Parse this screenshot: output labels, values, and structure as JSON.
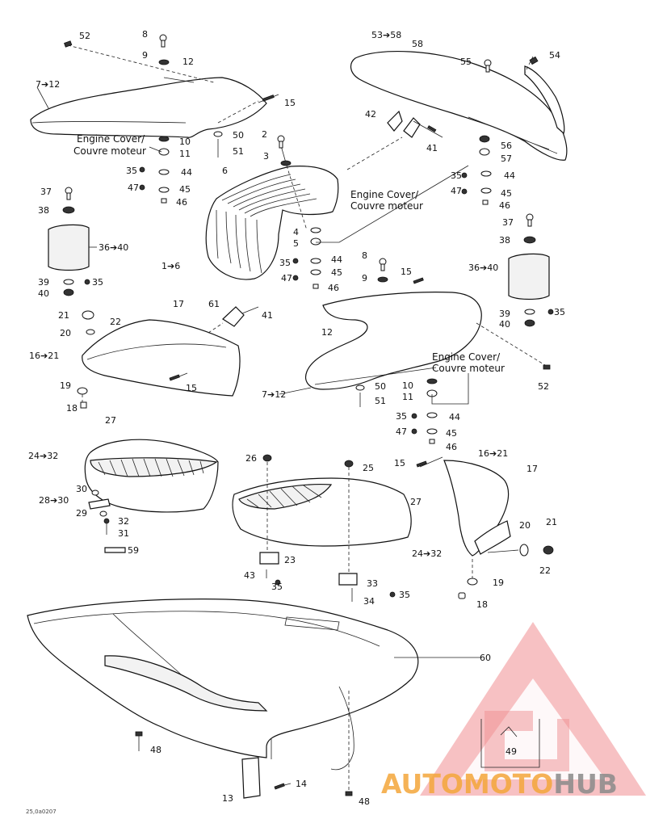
{
  "labels": {
    "l52a": "52",
    "l8a": "8",
    "l9a": "9",
    "l12a": "12",
    "l7a": "7➔12",
    "l15a": "15",
    "l10a": "10",
    "l11a": "11",
    "l35a": "35",
    "l44a": "44",
    "l47a": "47",
    "l45a": "45",
    "l46a": "46",
    "l50a": "50",
    "l51a": "51",
    "l2": "2",
    "l3": "3",
    "l6": "6",
    "l4": "4",
    "l5": "5",
    "l35b": "35",
    "l44b": "44",
    "l47b": "47",
    "l45b": "45",
    "l46b": "46",
    "l1": "1➔6",
    "l37a": "37",
    "l38a": "38",
    "l36a": "36➔40",
    "l39a": "39",
    "l40a": "40",
    "l35c": "35",
    "l5358": "53➔58",
    "l58": "58",
    "l55": "55",
    "l54": "54",
    "l42": "42",
    "l41a": "41",
    "l56": "56",
    "l57": "57",
    "l35d": "35",
    "l44c": "44",
    "l47c": "47",
    "l45c": "45",
    "l46c": "46",
    "l37b": "37",
    "l38b": "38",
    "l36b": "36➔40",
    "l39b": "39",
    "l40b": "40",
    "l35e": "35",
    "l8b": "8",
    "l9b": "9",
    "l15b": "15",
    "l12b": "12",
    "l52b": "52",
    "l7b": "7➔12",
    "l10b": "10",
    "l11b": "11",
    "l50b": "50",
    "l51b": "51",
    "l35f": "35",
    "l44d": "44",
    "l47d": "47",
    "l45d": "45",
    "l46d": "46",
    "l21a": "21",
    "l22a": "22",
    "l17a": "17",
    "l61": "61",
    "l41b": "41",
    "l20a": "20",
    "l1621a": "16➔21",
    "l15c": "15",
    "l19a": "19",
    "l18a": "18",
    "l27a": "27",
    "l2432a": "24➔32",
    "l30": "30",
    "l2830": "28➔30",
    "l29": "29",
    "l32": "32",
    "l31": "31",
    "l59": "59",
    "l26": "26",
    "l25": "25",
    "l27b": "27",
    "l2432b": "24➔32",
    "l23": "23",
    "l43": "43",
    "l35g": "35",
    "l33": "33",
    "l34": "34",
    "l35h": "35",
    "l15d": "15",
    "l1621b": "16➔21",
    "l17b": "17",
    "l20b": "20",
    "l21b": "21",
    "l22b": "22",
    "l19b": "19",
    "l18b": "18",
    "l60": "60",
    "l48a": "48",
    "l49": "49",
    "l13": "13",
    "l14": "14",
    "l48b": "48"
  },
  "callouts": {
    "engine_cover_a_1": "Engine Cover/",
    "engine_cover_a_2": "Couvre moteur",
    "engine_cover_b_1": "Engine Cover/",
    "engine_cover_b_2": "Couvre moteur",
    "engine_cover_c_1": "Engine Cover/",
    "engine_cover_c_2": "Couvre moteur"
  },
  "drawing_code": "25,0a0207",
  "watermark": {
    "text_part1": "AUTO",
    "text_part2": "MOTO",
    "text_part3": "HUB",
    "color_primary": "#e8434a",
    "color_secondary": "#f4a63a",
    "color_tertiary": "#8a8a8a"
  }
}
